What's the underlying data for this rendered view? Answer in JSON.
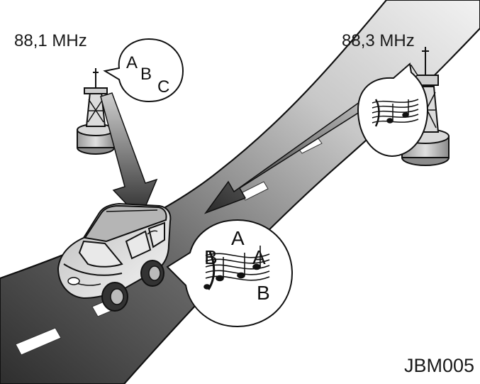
{
  "labels": {
    "left_frequency": "88,1 MHz",
    "right_frequency": "88,3 MHz",
    "figure_code": "JBM005"
  },
  "bubbles": {
    "left_tower": {
      "letters": [
        "A",
        "B",
        "C"
      ]
    },
    "car": {
      "letters": [
        "A",
        "B",
        "A",
        "B"
      ]
    }
  },
  "colors": {
    "road_dark": "#3a3a3a",
    "road_light": "#e6e6e6",
    "arrow_dark": "#2b2b2b",
    "outline": "#111111"
  }
}
